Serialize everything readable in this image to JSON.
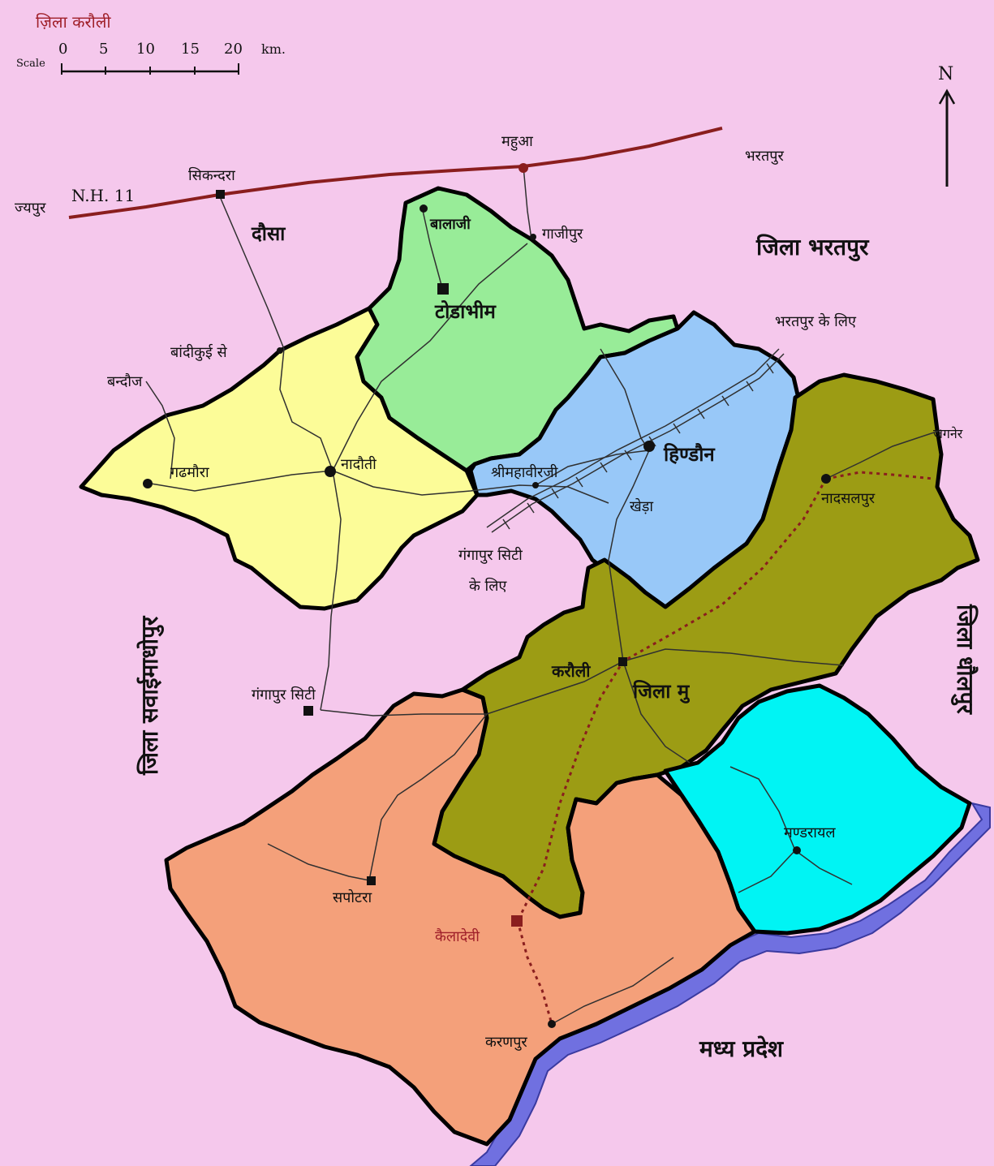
{
  "title": "ज़िला करौली",
  "scale": {
    "label": "Scale",
    "ticks": [
      "0",
      "5",
      "10",
      "15",
      "20"
    ],
    "unit": "km."
  },
  "north": "N",
  "highway": {
    "label": "N.H. 11"
  },
  "colors": {
    "background": "#f5c8ec",
    "todabhim": "#98ec98",
    "nadoti": "#fcfc98",
    "hindaun": "#98c8f8",
    "karauli": "#9c9c14",
    "sapotra": "#f4a07a",
    "mandrayal": "#00f4f4",
    "river": "#7070e0",
    "highway": "#8a1e1e",
    "border": "#000000"
  },
  "regions": {
    "todabhim": "टोडाभीम",
    "hindaun": "हिण्डौन",
    "karauli": "करौली",
    "karauli_hq": "जिला मु",
    "dausa": "दौसा"
  },
  "places": {
    "mahua": "महुआ",
    "bharatpur": "भरतपुर",
    "sikandra": "सिकन्दरा",
    "jaipur": "ज्यपुर",
    "balaji": "बालाजी",
    "gazipur": "गाजीपुर",
    "bandikui": "बांदीकुई से",
    "bandauj": "बन्दौज",
    "gadhmora": "गढमौरा",
    "nadoti": "नादौती",
    "shrimahaveerji": "श्रीमहावीरजी",
    "khera": "खेड़ा",
    "nadbai": "नादसलपुर",
    "jaganer": "जगनेर",
    "gangapur_to": "गंगापुर सिटी",
    "gangapur_to2": "के लिए",
    "gangapur": "गंगापुर सिटी",
    "sapotra": "सपोटरा",
    "kailadevi": "कैलादेवी",
    "karanpur": "करणपुर",
    "mandrayal": "मण्डरायल",
    "bharatpur_to": "भरतपुर के लिए"
  },
  "districts": {
    "bharatpur": "जिला भरतपुर",
    "sawai_madhopur": "जिला सवाईमाधोपुर",
    "dholpur": "जिला धौलपुर",
    "mp": "मध्य प्रदेश"
  }
}
